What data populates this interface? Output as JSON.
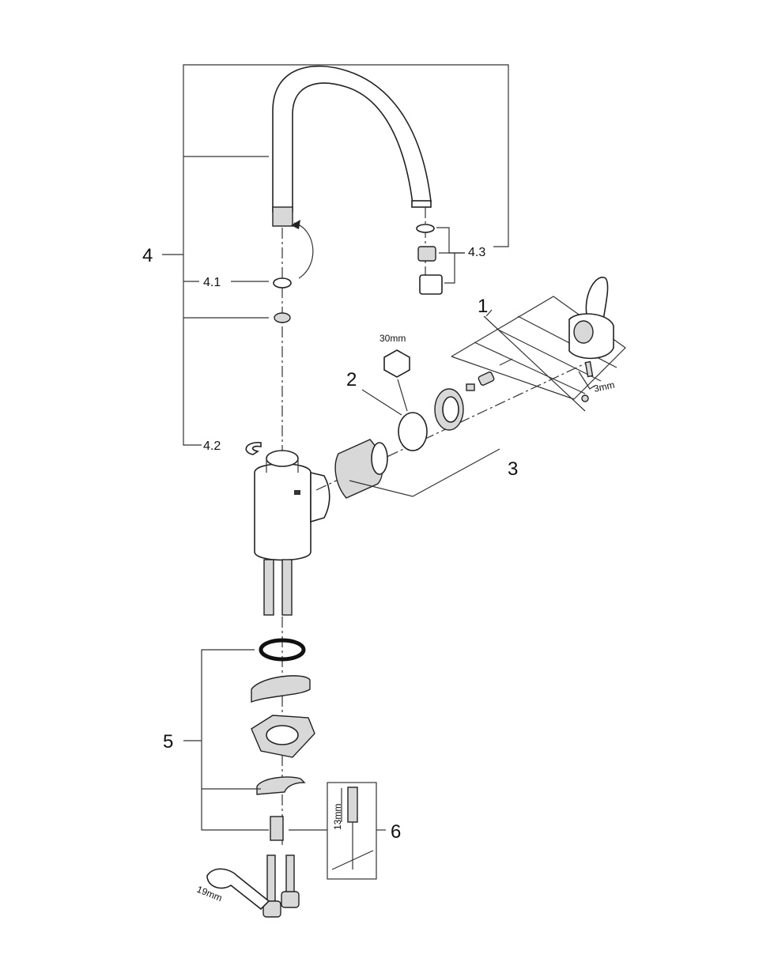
{
  "labels": {
    "part_1": "1",
    "part_2": "2",
    "part_3": "3",
    "part_4": "4",
    "part_4_1": "4.1",
    "part_4_2": "4.2",
    "part_4_3": "4.3",
    "part_5": "5",
    "part_6": "6"
  },
  "dimensions": {
    "hex_30": "30mm",
    "allen_3": "3mm",
    "wrench_19": "19mm",
    "tool_13": "13mm"
  }
}
